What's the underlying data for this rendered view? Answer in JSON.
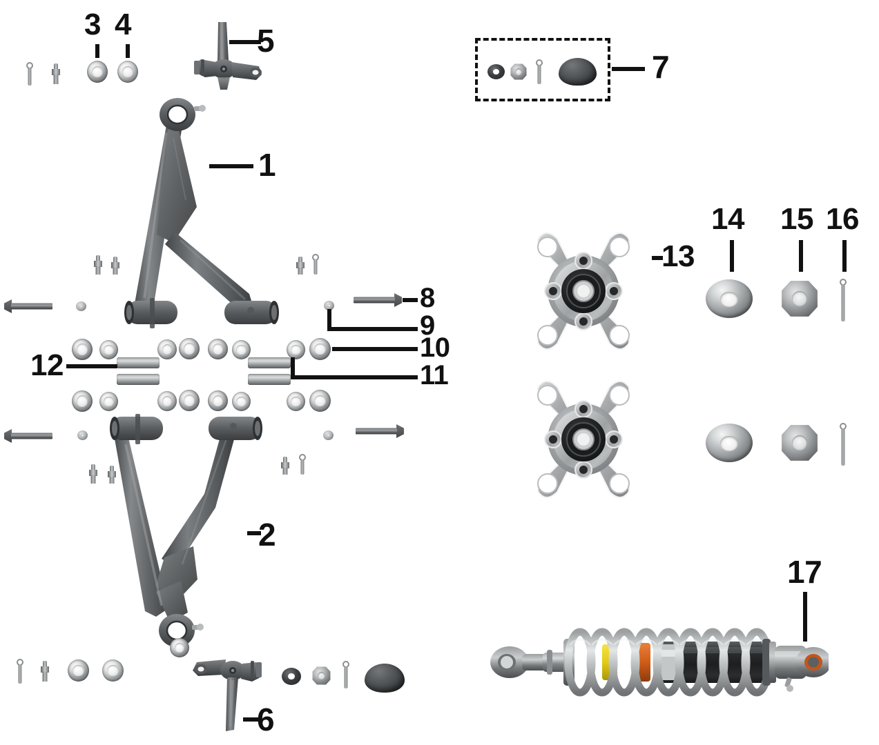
{
  "diagram": {
    "title": "Front Suspension Exploded Parts Diagram",
    "background_color": "#ffffff",
    "callout_color": "#111111",
    "part_color": "#6b6e70",
    "accent_yellow": "#e8d21a",
    "accent_orange": "#d2601a"
  },
  "callouts": [
    {
      "id": "1",
      "label": "1",
      "part": "upper-control-a-arm"
    },
    {
      "id": "2",
      "label": "2",
      "part": "lower-control-a-arm"
    },
    {
      "id": "3",
      "label": "3",
      "part": "pivot-bushing-flanged"
    },
    {
      "id": "4",
      "label": "4",
      "part": "pivot-bushing-plain"
    },
    {
      "id": "5",
      "label": "5",
      "part": "upper-steering-knuckle-spindle"
    },
    {
      "id": "6",
      "label": "6",
      "part": "lower-steering-knuckle-spindle"
    },
    {
      "id": "7",
      "label": "7",
      "part": "hub-hardware-kit"
    },
    {
      "id": "8",
      "label": "8",
      "part": "pivot-bolt"
    },
    {
      "id": "9",
      "label": "9",
      "part": "flat-washer"
    },
    {
      "id": "10",
      "label": "10",
      "part": "a-arm-bushing"
    },
    {
      "id": "11",
      "label": "11",
      "part": "bushing-sleeve-spacer"
    },
    {
      "id": "12",
      "label": "12",
      "part": "bushing-sleeve-spacer"
    },
    {
      "id": "13",
      "label": "13",
      "part": "front-wheel-hub"
    },
    {
      "id": "14",
      "label": "14",
      "part": "spindle-cone-washer"
    },
    {
      "id": "15",
      "label": "15",
      "part": "castle-nut"
    },
    {
      "id": "16",
      "label": "16",
      "part": "cotter-pin"
    },
    {
      "id": "17",
      "label": "17",
      "part": "front-shock-absorber"
    }
  ],
  "groups": {
    "hardware_kit_box": {
      "label": "7",
      "style": "dashed",
      "contents": [
        "flat-washer",
        "castle-nut",
        "cotter-pin",
        "dust-cap"
      ]
    }
  },
  "parts_inventory": [
    {
      "name": "upper-control-a-arm",
      "qty": 1,
      "callout": "1"
    },
    {
      "name": "lower-control-a-arm",
      "qty": 1,
      "callout": "2"
    },
    {
      "name": "pivot-bushing-flanged",
      "qty": 1,
      "callout": "3"
    },
    {
      "name": "pivot-bushing-plain",
      "qty": 1,
      "callout": "4"
    },
    {
      "name": "upper-steering-knuckle-spindle",
      "qty": 1,
      "callout": "5"
    },
    {
      "name": "lower-steering-knuckle-spindle",
      "qty": 1,
      "callout": "6"
    },
    {
      "name": "hub-hardware-kit",
      "qty": 1,
      "callout": "7"
    },
    {
      "name": "pivot-bolt",
      "qty": 4,
      "callout": "8"
    },
    {
      "name": "flat-washer",
      "qty": 4,
      "callout": "9"
    },
    {
      "name": "a-arm-bushing",
      "qty": 16,
      "callout": "10"
    },
    {
      "name": "bushing-sleeve-spacer",
      "qty": 4,
      "callout": "11"
    },
    {
      "name": "front-wheel-hub",
      "qty": 2,
      "callout": "13"
    },
    {
      "name": "spindle-cone-washer",
      "qty": 2,
      "callout": "14"
    },
    {
      "name": "castle-nut",
      "qty": 2,
      "callout": "15"
    },
    {
      "name": "cotter-pin",
      "qty": 2,
      "callout": "16"
    },
    {
      "name": "front-shock-absorber",
      "qty": 1,
      "callout": "17"
    }
  ],
  "shock": {
    "spring_color": "#c8cbcc",
    "body_color": "#3a3c3e",
    "adjuster_yellow": "#e8d21a",
    "adjuster_orange": "#d2601a",
    "eyelet_bush_color": "#c4551a"
  },
  "hub": {
    "arms": 4,
    "lug_holes": 4,
    "bolt_holes": 4,
    "bearing_color": "#1d1f21",
    "body_color": "#b9bcbd"
  }
}
